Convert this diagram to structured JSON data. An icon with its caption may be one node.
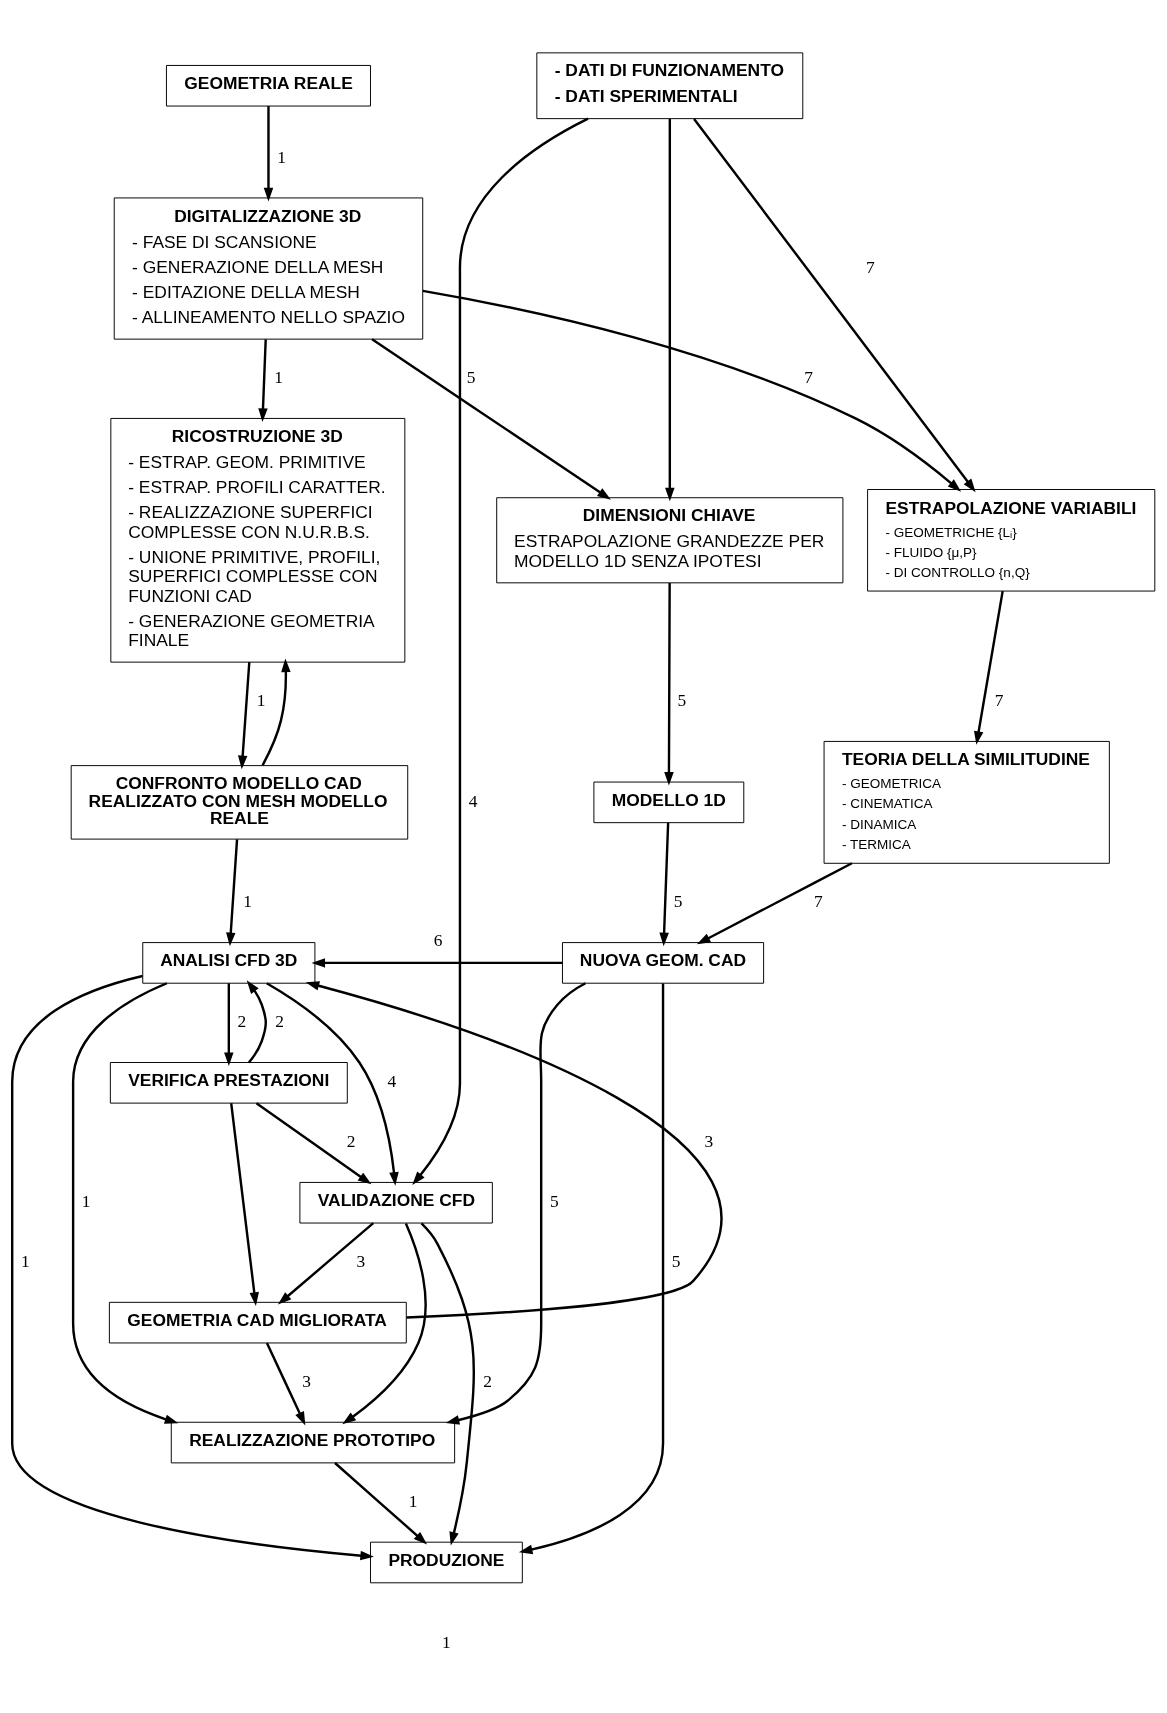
{
  "diagram": {
    "nodes": [
      {
        "text": [
          "GEOMETRIA REALE"
        ]
      },
      {
        "text": [
          "- DATI DI FUNZIONAMENTO",
          "- DATI SPERIMENTALI"
        ]
      },
      {
        "text": [
          "DIGITALIZZAZIONE 3D",
          "- FASE DI SCANSIONE",
          "- GENERAZIONE DELLA MESH",
          "- EDITAZIONE DELLA MESH",
          "- ALLINEAMENTO NELLO SPAZIO"
        ]
      },
      {
        "text": [
          "DIMENSIONI CHIAVE",
          "ESTRAPOLAZIONE GRANDEZZE PER MODELLO 1D SENZA IPOTESI"
        ]
      },
      {
        "text": [
          "RICOSTRUZIONE 3D",
          "- ESTRAP. GEOM. PRIMITIVE",
          "- ESTRAP. PROFILI CARATTER.",
          "- REALIZZAZIONE SUPERFICI COMPLESSE CON N.U.R.B.S.",
          "- UNIONE PRIMITIVE, PROFILI, SUPERFICI COMPLESSE CON FUNZIONI CAD",
          "- GENERAZIONE GEOMETRIA FINALE"
        ]
      },
      {
        "text": [
          "MODELLO 1D"
        ]
      },
      {
        "text": [
          "ESTRAPOLAZIONE VARIABILI",
          "- GEOMETRICHE {Lᵢ}",
          "- FLUIDO {μ,P}",
          "- DI CONTROLLO {n,Q}"
        ]
      },
      {
        "text": [
          "CONFRONTO MODELLO CAD REALIZZATO CON MESH MODELLO REALE"
        ]
      },
      {
        "text": [
          "TEORIA DELLA SIMILITUDINE",
          "- GEOMETRICA",
          "- CINEMATICA",
          "- DINAMICA",
          "- TERMICA"
        ]
      },
      {
        "text": [
          "ANALISI CFD 3D"
        ]
      },
      {
        "text": [
          "NUOVA GEOM. CAD"
        ]
      },
      {
        "text": [
          "VERIFICA PRESTAZIONI"
        ]
      },
      {
        "text": [
          "VALIDAZIONE CFD"
        ]
      },
      {
        "text": [
          "GEOMETRIA CAD MIGLIORATA"
        ]
      },
      {
        "text": [
          "REALIZZAZIONE PROTOTIPO"
        ]
      },
      {
        "text": [
          "PRODUZIONE"
        ]
      }
    ],
    "edges": [
      {
        "from": 0,
        "to": 2,
        "arrow": "to",
        "label": "1"
      },
      {
        "from": 2,
        "to": 4,
        "arrow": "to",
        "label": "1"
      },
      {
        "from": 4,
        "to": 7,
        "arrow": "to",
        "label": "1"
      },
      {
        "from": 7,
        "to": 4,
        "arrow": "to"
      },
      {
        "from": 7,
        "to": 9,
        "arrow": "to",
        "label": "1"
      },
      {
        "from": 1,
        "to": 3,
        "arrow": "to"
      },
      {
        "from": 2,
        "to": 3,
        "arrow": "to",
        "label": "5"
      },
      {
        "from": 1,
        "to": 6,
        "arrow": "to",
        "label": "7"
      },
      {
        "from": 2,
        "to": 6,
        "arrow": "to",
        "label": "7"
      },
      {
        "from": 1,
        "to": 12,
        "arrow": "to",
        "label": "4"
      },
      {
        "from": 3,
        "to": 5,
        "arrow": "to",
        "label": "5"
      },
      {
        "from": 6,
        "to": 8,
        "arrow": "to",
        "label": "7"
      },
      {
        "from": 8,
        "to": 10,
        "arrow": "to",
        "label": "7"
      },
      {
        "from": 5,
        "to": 10,
        "arrow": "to",
        "label": "5"
      },
      {
        "from": 10,
        "to": 9,
        "arrow": "to",
        "label": "6"
      },
      {
        "from": 9,
        "to": 11,
        "arrow": "to",
        "label": "2"
      },
      {
        "from": 11,
        "to": 9,
        "arrow": "to",
        "label": "2"
      },
      {
        "from": 9,
        "to": 12,
        "arrow": "to",
        "label": "4"
      },
      {
        "from": 11,
        "to": 12,
        "arrow": "to",
        "label": "2"
      },
      {
        "from": 12,
        "to": 15,
        "arrow": "to",
        "label": "2"
      },
      {
        "from": 12,
        "to": 14,
        "arrow": "to"
      },
      {
        "from": 12,
        "to": 13,
        "arrow": "to",
        "label": "3"
      },
      {
        "from": 11,
        "to": 13,
        "arrow": "to"
      },
      {
        "from": 13,
        "to": 9,
        "arrow": "to",
        "label": "3"
      },
      {
        "from": 13,
        "to": 14,
        "arrow": "to",
        "label": "3"
      },
      {
        "from": 9,
        "to": 14,
        "arrow": "to",
        "label": "1"
      },
      {
        "from": 9,
        "to": 15,
        "arrow": "to",
        "label": "1"
      },
      {
        "from": 14,
        "to": 15,
        "arrow": "to",
        "label": "1"
      },
      {
        "from": 10,
        "to": 14,
        "arrow": "to",
        "label": "5"
      },
      {
        "from": 10,
        "to": 15,
        "arrow": "to",
        "label": "5"
      }
    ],
    "labels": [
      "1"
    ]
  }
}
